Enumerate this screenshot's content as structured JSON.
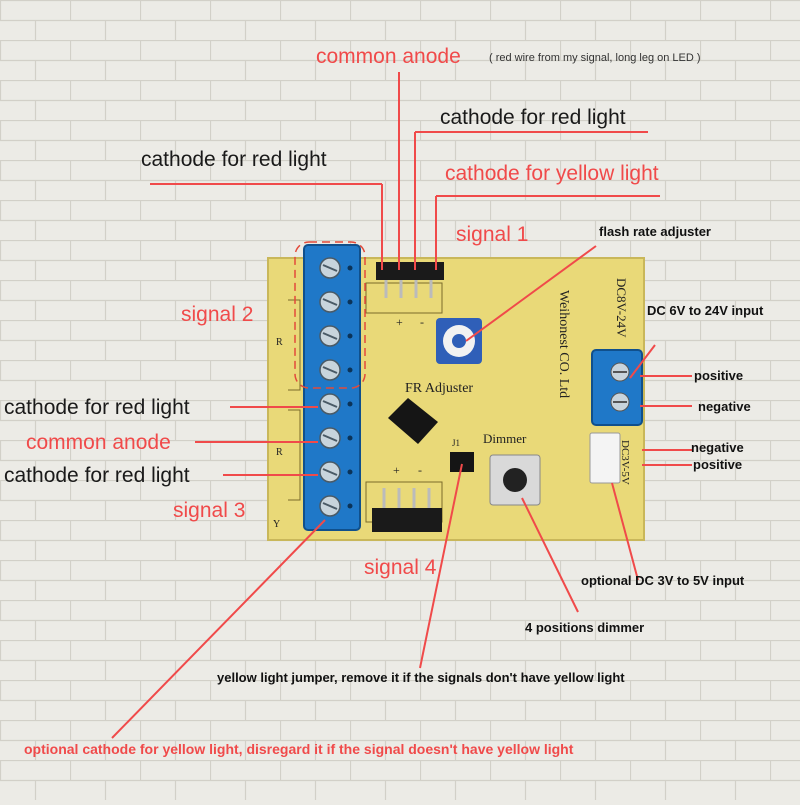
{
  "colors": {
    "annotation_red": "#f04a4a",
    "wall": "#ecebe6",
    "board": "#e9d978",
    "terminal_blue": "#1f78c8"
  },
  "annotations": {
    "common_anode_top": "common anode",
    "common_anode_note": "( red wire from my signal, long leg on LED )",
    "cathode_red_top_right": "cathode for red light",
    "cathode_red_top_left": "cathode for red light",
    "cathode_yellow_top": "cathode for yellow light",
    "signal_1": "signal 1",
    "signal_2": "signal 2",
    "signal_3": "signal 3",
    "signal_4": "signal 4",
    "flash_rate": "flash rate adjuster",
    "dc_input": "DC 6V to 24V input",
    "positive_1": "positive",
    "negative_1": "negative",
    "negative_2": "negative",
    "positive_2": "positive",
    "cathode_red_mid_1": "cathode for red light",
    "common_anode_mid": "common anode",
    "cathode_red_mid_2": "cathode for red light",
    "optional_dc": "optional DC 3V to 5V input",
    "dimmer_4pos": "4 positions dimmer",
    "yellow_jumper": "yellow light jumper, remove it if the signals don't have yellow light",
    "optional_cathode_yellow": "optional cathode for yellow light, disregard it if the signal doesn't have yellow light"
  },
  "board": {
    "silkscreen_fr": "FR Adjuster",
    "silkscreen_dimmer": "Dimmer",
    "silkscreen_company": "Weihonest CO. Ltd",
    "silkscreen_dc_main": "DC8V-24V",
    "silkscreen_dc_opt": "DC3V-5V",
    "silkscreen_j1": "J1",
    "silkscreen_r": "R",
    "silkscreen_y": "Y",
    "silkscreen_plus": "+",
    "silkscreen_minus": "-"
  }
}
